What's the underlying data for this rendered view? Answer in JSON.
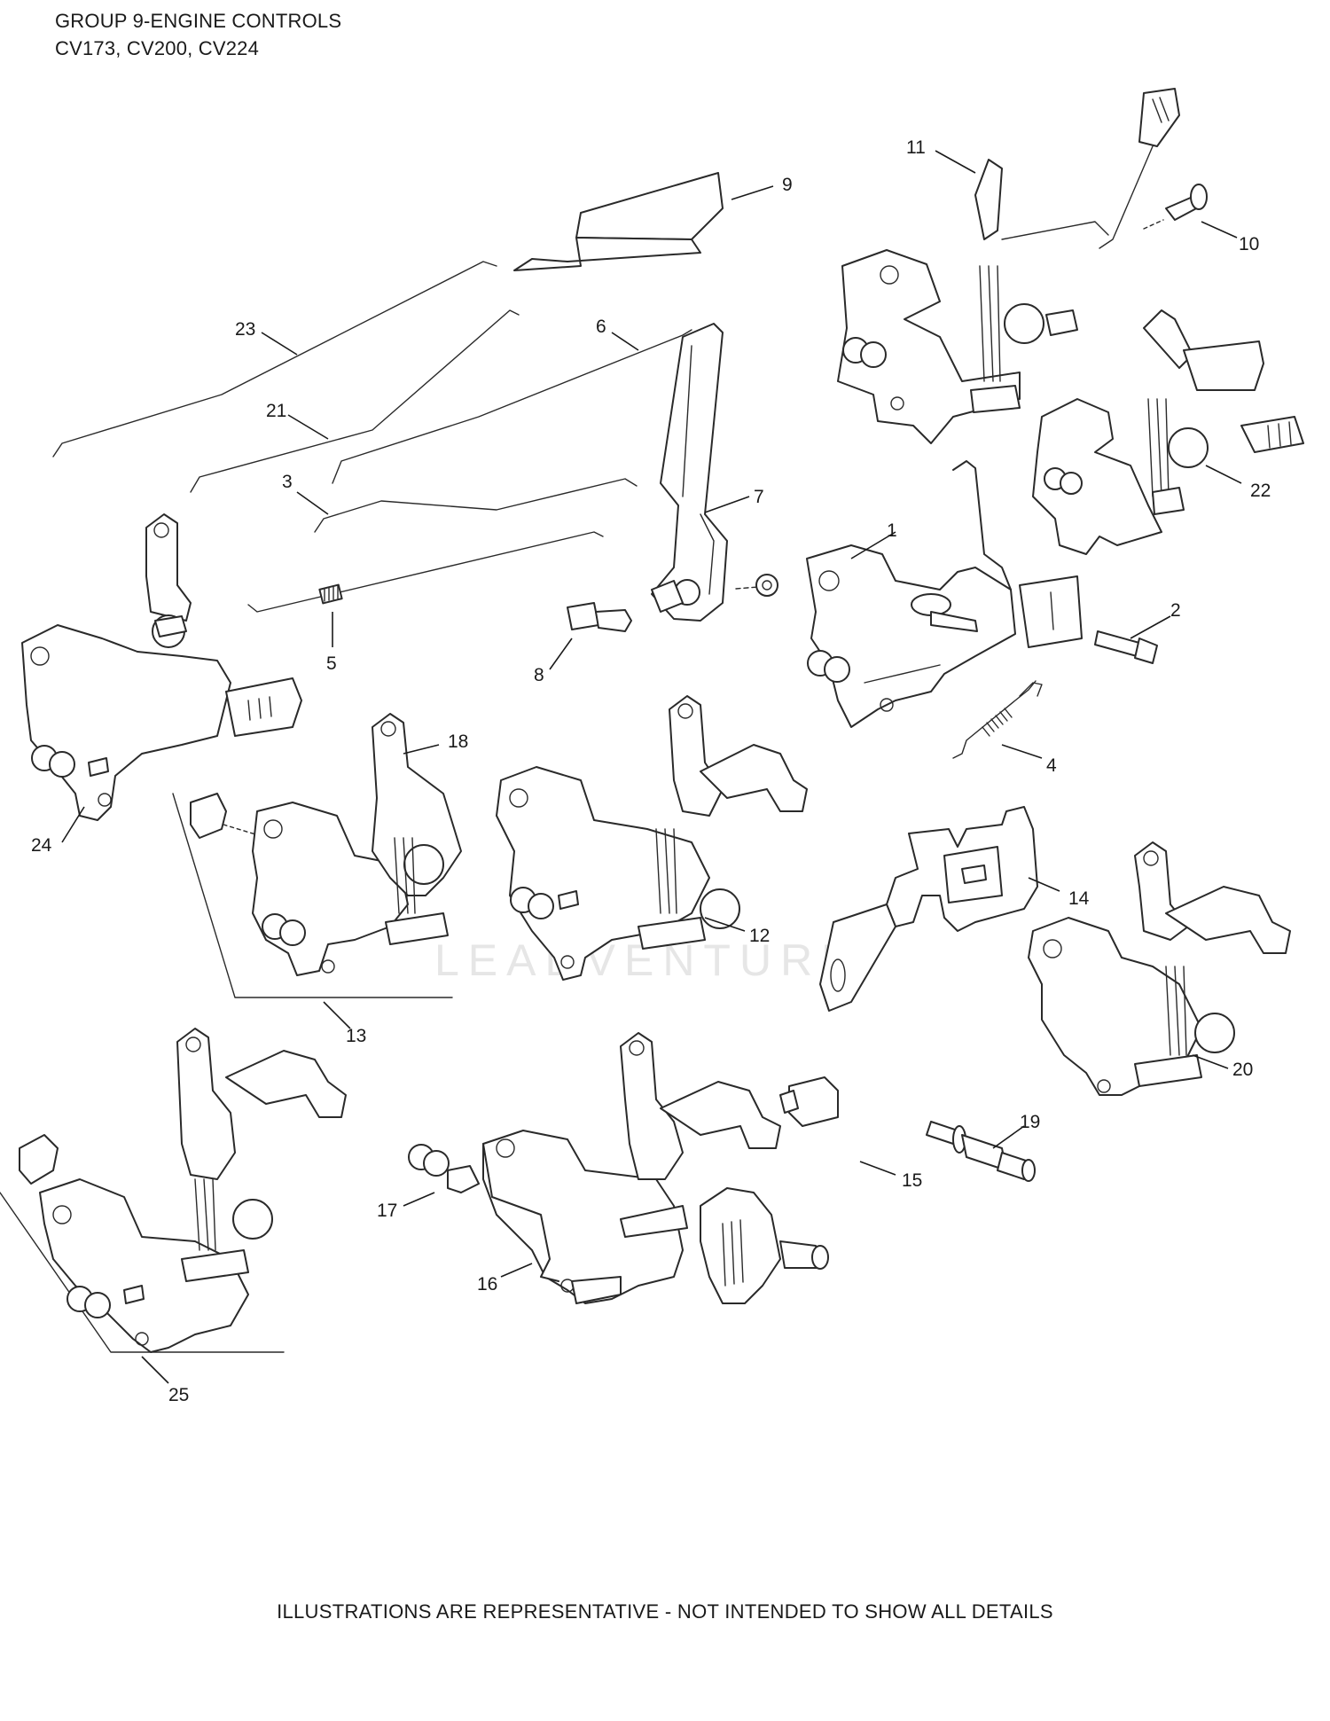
{
  "header": {
    "title": "GROUP 9-ENGINE CONTROLS",
    "models": "CV173, CV200, CV224"
  },
  "watermark": "LEADVENTURE",
  "footer": "ILLUSTRATIONS ARE REPRESENTATIVE - NOT INTENDED TO SHOW ALL DETAILS",
  "callouts": [
    "1",
    "2",
    "3",
    "4",
    "5",
    "6",
    "7",
    "8",
    "9",
    "10",
    "11",
    "12",
    "13",
    "14",
    "15",
    "16",
    "17",
    "18",
    "19",
    "20",
    "21",
    "22",
    "23",
    "24",
    "25"
  ]
}
